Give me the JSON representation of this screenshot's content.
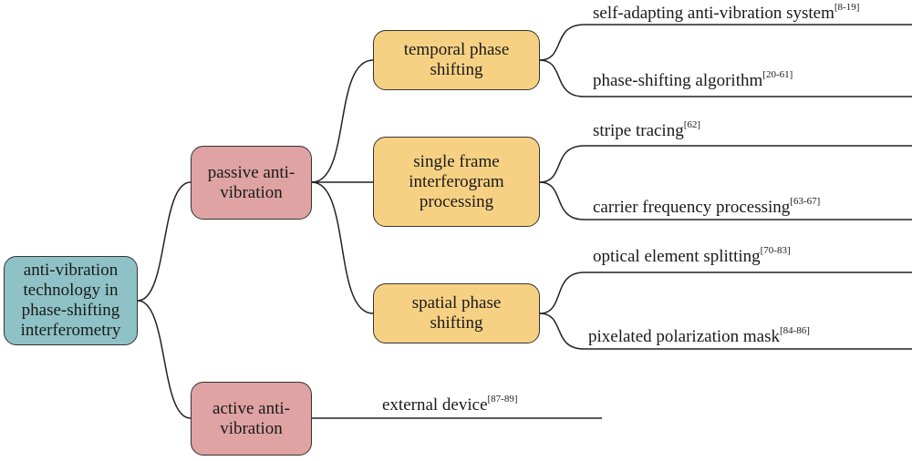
{
  "diagram": {
    "root": {
      "label": "anti-vibration\ntechnology in\nphase-shifting\ninterferometry"
    },
    "branches": {
      "passive": {
        "label": "passive anti-\nvibration"
      },
      "active": {
        "label": "active anti-\nvibration"
      }
    },
    "subbranches": {
      "temporal": {
        "label": "temporal phase\nshifting"
      },
      "single": {
        "label": "single frame\ninterferogram\nprocessing"
      },
      "spatial": {
        "label": "spatial phase\nshifting"
      }
    },
    "leaves": [
      {
        "text": "self-adapting anti-vibration system",
        "ref": "[8-19]"
      },
      {
        "text": "phase-shifting algorithm",
        "ref": "[20-61]"
      },
      {
        "text": "stripe tracing",
        "ref": "[62]"
      },
      {
        "text": "carrier frequency processing",
        "ref": "[63-67]"
      },
      {
        "text": "optical element splitting",
        "ref": "[70-83]"
      },
      {
        "text": "pixelated polarization mask",
        "ref": "[84-86]"
      },
      {
        "text": "external device",
        "ref": "[87-89]"
      }
    ]
  },
  "colors": {
    "root_fill": "#8fc2c6",
    "branch_fill": "#dea3a2",
    "subbranch_fill": "#f7d183",
    "line": "#222222"
  }
}
